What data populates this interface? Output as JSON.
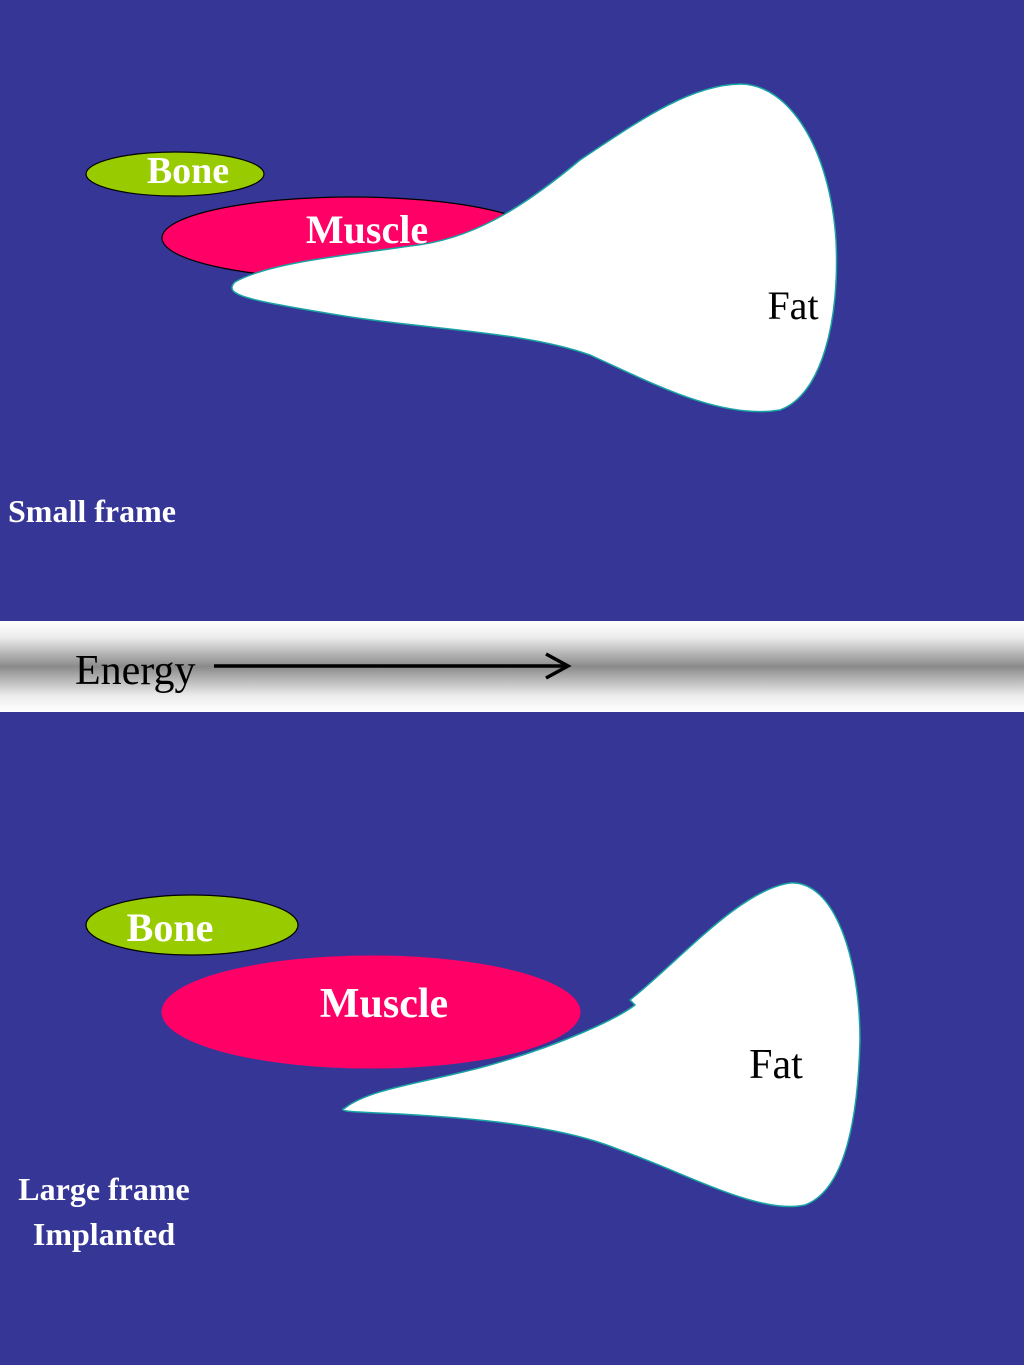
{
  "colors": {
    "background": "#363696",
    "bone": "#99cc00",
    "muscle": "#ff0066",
    "fat": "#ffffff",
    "fat_outline": "#1aa3a3",
    "label_light": "#ffffff",
    "label_dark": "#000000"
  },
  "top_panel": {
    "bone_label": "Bone",
    "muscle_label": "Muscle",
    "fat_label": "Fat",
    "caption": "Small frame"
  },
  "energy_band": {
    "label": "Energy",
    "arrow": "right-arrow-icon"
  },
  "bottom_panel": {
    "bone_label": "Bone",
    "muscle_label": "Muscle",
    "fat_label": "Fat",
    "caption_line1": "Large frame",
    "caption_line2": "Implanted"
  }
}
